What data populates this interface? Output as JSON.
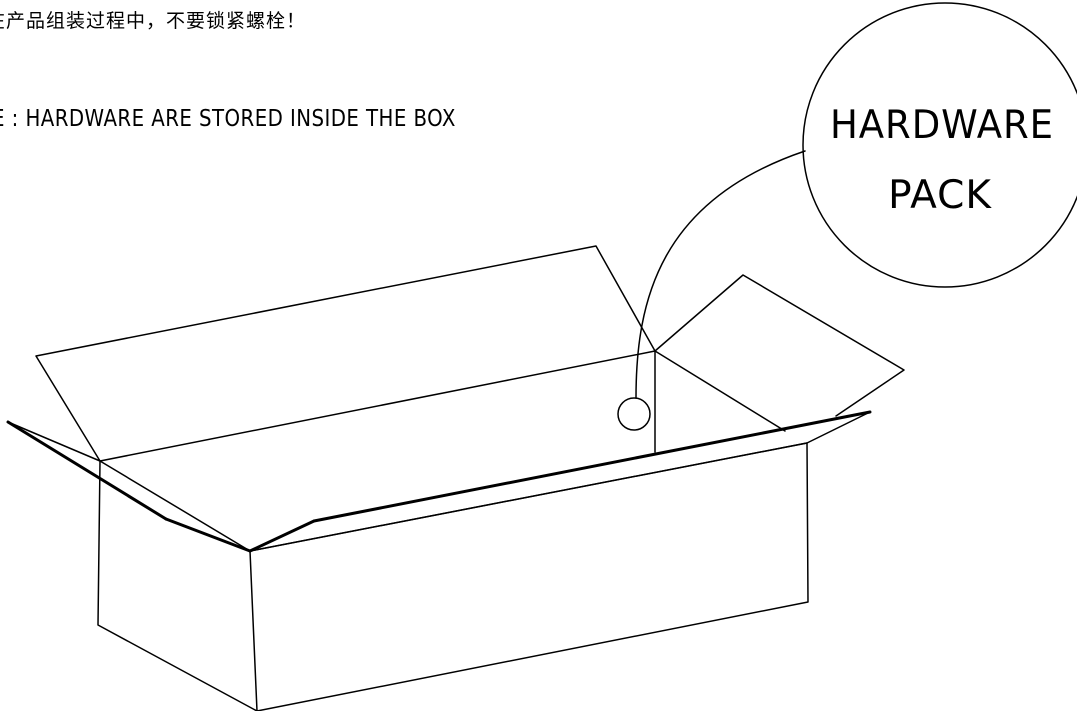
{
  "notes": {
    "cn_warning": "在产品组装过程中，不要锁紧螺栓！",
    "en_note": "E : HARDWARE ARE STORED INSIDE THE BOX"
  },
  "callout": {
    "line1": "HARDWARE",
    "line2": "PACK"
  },
  "colors": {
    "stroke": "#000000",
    "background": "#ffffff"
  }
}
